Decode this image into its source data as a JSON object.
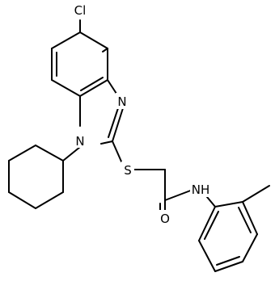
{
  "molecule": {
    "atoms": {
      "cl": "Cl",
      "n_imine": "N",
      "n_ring": "N",
      "s": "S",
      "o": "O",
      "nh": "NH"
    },
    "colors": {
      "bond": "#000000",
      "label": "#000000",
      "background": "#ffffff"
    }
  }
}
